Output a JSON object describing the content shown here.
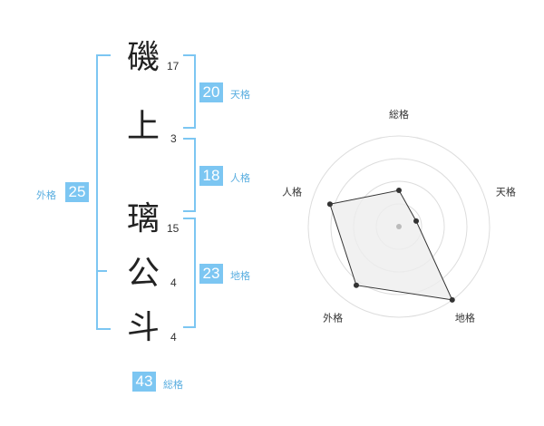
{
  "characters": [
    {
      "char": "磯",
      "strokes": "17"
    },
    {
      "char": "上",
      "strokes": "3"
    },
    {
      "char": "璃",
      "strokes": "15"
    },
    {
      "char": "公",
      "strokes": "4"
    },
    {
      "char": "斗",
      "strokes": "4"
    }
  ],
  "kakusu": {
    "tenkaku": {
      "value": "20",
      "label": "天格"
    },
    "jinkaku": {
      "value": "18",
      "label": "人格"
    },
    "chikaku": {
      "value": "23",
      "label": "地格"
    },
    "gaikaku": {
      "value": "25",
      "label": "外格"
    },
    "soukaku": {
      "value": "43",
      "label": "総格"
    }
  },
  "chart_data": {
    "type": "radar",
    "axes": [
      "総格",
      "天格",
      "地格",
      "外格",
      "人格"
    ],
    "values": [
      2,
      1,
      5,
      4,
      4
    ],
    "max": 5,
    "rings": 4,
    "colors": {
      "fill": "#eeeeee",
      "stroke": "#333333",
      "ring": "#dddddd",
      "accent": "#7cc6f2"
    }
  }
}
